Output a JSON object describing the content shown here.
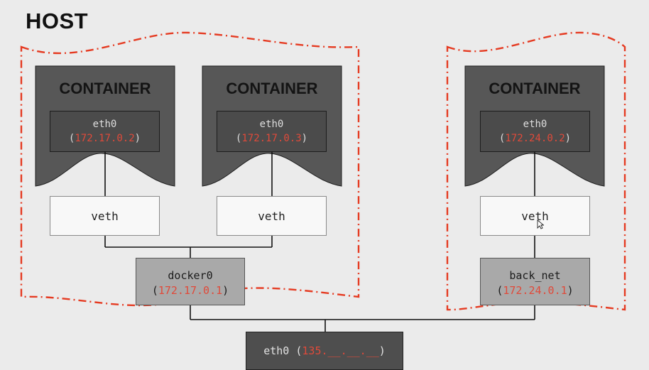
{
  "host": {
    "title": "HOST"
  },
  "containers": [
    {
      "title": "CONTAINER",
      "iface": {
        "name": "eth0",
        "ip": "172.17.0.2"
      },
      "veth": "veth"
    },
    {
      "title": "CONTAINER",
      "iface": {
        "name": "eth0",
        "ip": "172.17.0.3"
      },
      "veth": "veth"
    },
    {
      "title": "CONTAINER",
      "iface": {
        "name": "eth0",
        "ip": "172.24.0.2"
      },
      "veth": "veth"
    }
  ],
  "bridges": [
    {
      "name": "docker0",
      "ip": "172.17.0.1"
    },
    {
      "name": "back_net",
      "ip": "172.24.0.1"
    }
  ],
  "host_iface": {
    "name": "eth0",
    "ip": "135.__.__.__"
  },
  "colors": {
    "background": "#ebebeb",
    "container_fill": "#575757",
    "ip_text": "#e04a3a",
    "network_boundary": "#e53b22"
  }
}
